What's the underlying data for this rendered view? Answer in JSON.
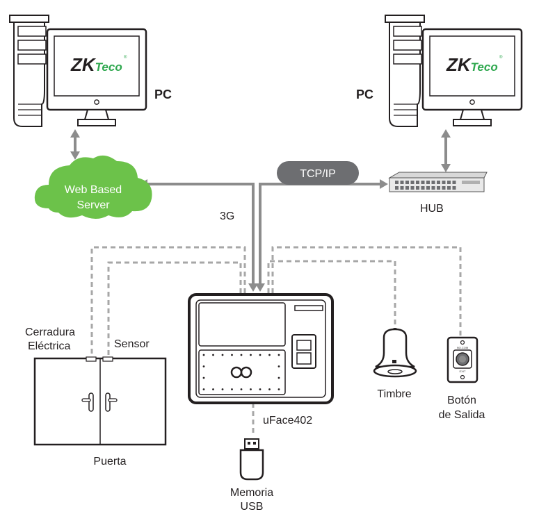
{
  "brand": {
    "logo_main": "ZK",
    "logo_accent": "Teco",
    "logo_mark": "®",
    "accent_color": "#2fa84f"
  },
  "colors": {
    "stroke": "#231f20",
    "cable": "#8c8c8c",
    "dashed": "#a7a7a7",
    "cloud": "#6cc24a",
    "tag": "#6d6e71"
  },
  "labels": {
    "pc_left": "PC",
    "pc_right": "PC",
    "cloud_line1": "Web Based",
    "cloud_line2": "Server",
    "tcpip": "TCP/IP",
    "hub": "HUB",
    "g3": "3G",
    "lock_line1": "Cerradura",
    "lock_line2": "Eléctrica",
    "sensor": "Sensor",
    "door": "Puerta",
    "device": "uFace402",
    "usb_line1": "Memoria",
    "usb_line2": "USB",
    "bell": "Timbre",
    "exit_line1": "Botón",
    "exit_line2": "de Salida",
    "exit_tag": "EXIT",
    "exit_tag_top": "NO.COM"
  }
}
